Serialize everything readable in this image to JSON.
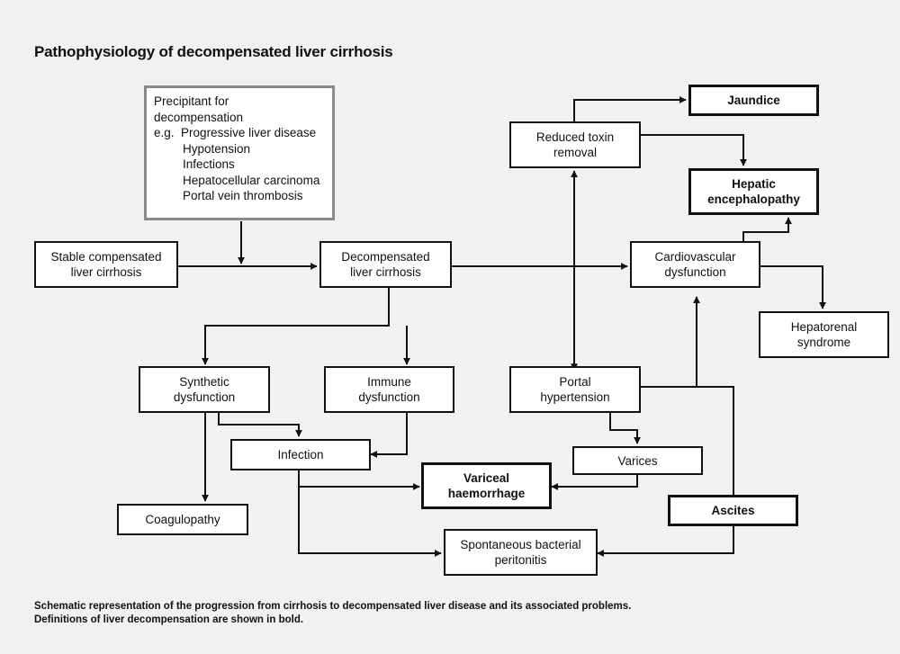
{
  "title": "Pathophysiology of decompensated liver cirrhosis",
  "precipitant": {
    "heading": [
      "Precipitant for",
      "decompensation"
    ],
    "lead": "e.g.",
    "items": [
      "Progressive liver disease",
      "Hypotension",
      "Infections",
      "Hepatocellular carcinoma",
      "Portal vein thrombosis"
    ]
  },
  "nodes": {
    "stable": [
      "Stable compensated",
      "liver cirrhosis"
    ],
    "decompensated": [
      "Decompensated",
      "liver cirrhosis"
    ],
    "reduced_toxin": [
      "Reduced toxin",
      "removal"
    ],
    "jaundice": [
      "Jaundice"
    ],
    "encephalopathy": [
      "Hepatic",
      "encephalopathy"
    ],
    "cardiovascular": [
      "Cardiovascular",
      "dysfunction"
    ],
    "hepatorenal": [
      "Hepatorenal",
      "syndrome"
    ],
    "synthetic": [
      "Synthetic",
      "dysfunction"
    ],
    "immune": [
      "Immune",
      "dysfunction"
    ],
    "portal": [
      "Portal",
      "hypertension"
    ],
    "infection": [
      "Infection"
    ],
    "varices": [
      "Varices"
    ],
    "variceal": [
      "Variceal",
      "haemorrhage"
    ],
    "coagulopathy": [
      "Coagulopathy"
    ],
    "ascites": [
      "Ascites"
    ],
    "sbp": [
      "Spontaneous bacterial",
      "peritonitis"
    ]
  },
  "caption": [
    "Schematic representation of the progression from cirrhosis to decompensated liver disease and its associated problems.",
    "Definitions of liver decompensation are shown in bold."
  ]
}
